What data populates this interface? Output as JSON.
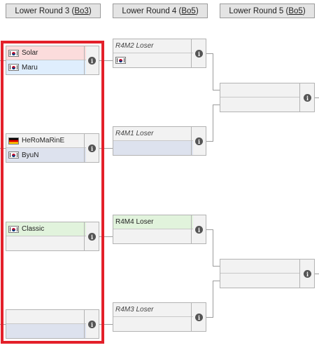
{
  "headers": {
    "round3": {
      "prefix": "Lower Round 3 (",
      "abbr": "Bo3",
      "suffix": ")"
    },
    "round4": {
      "prefix": "Lower Round 4 (",
      "abbr": "Bo5",
      "suffix": ")"
    },
    "round5": {
      "prefix": "Lower Round 5 (",
      "abbr": "Bo5",
      "suffix": ")"
    }
  },
  "round3": {
    "m1": {
      "top": {
        "flag": "kr",
        "name": "Solar"
      },
      "bottom": {
        "flag": "kr",
        "name": "Maru"
      }
    },
    "m2": {
      "top": {
        "flag": "de",
        "name": "HeRoMaRinE"
      },
      "bottom": {
        "flag": "kr",
        "name": "ByuN"
      }
    },
    "m3": {
      "top": {
        "flag": "kr",
        "name": "Classic"
      },
      "bottom": {
        "name": ""
      }
    },
    "m4": {
      "top": {
        "name": ""
      },
      "bottom": {
        "name": ""
      }
    }
  },
  "round4": {
    "m1": {
      "top": "R4M2 Loser",
      "bottom_flag": "kr"
    },
    "m2": {
      "top": "R4M1 Loser",
      "bottom": ""
    },
    "m3": {
      "top": "R4M4 Loser",
      "bottom": ""
    },
    "m4": {
      "top": "R4M3 Loser",
      "bottom": ""
    }
  },
  "info_glyph": "i",
  "colors": {
    "highlight": "#e3202a",
    "loser_slot": "#fbdcdc",
    "winner_slot": "#dfeefd",
    "advanced_slot": "#e1f3dc"
  }
}
